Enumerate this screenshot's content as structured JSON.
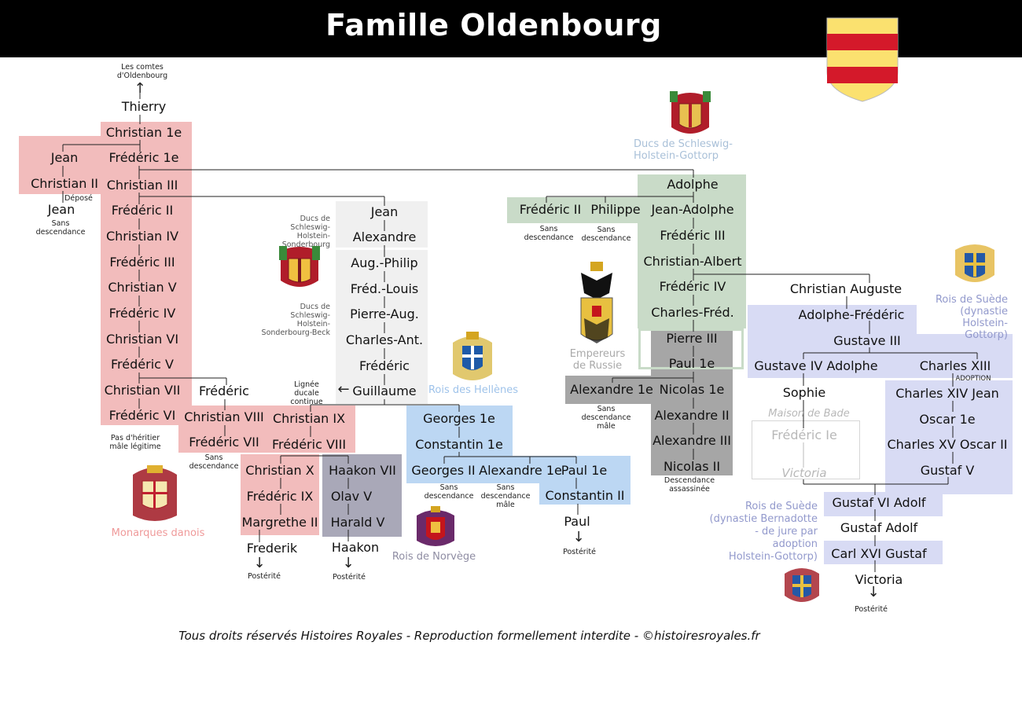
{
  "title": "Famille Oldenbourg",
  "colors": {
    "danish": "#f2bcbc",
    "gottorp": "#c9dbc8",
    "sonderburg": "#f0f0f0",
    "greece": "#bcd7f3",
    "norway": "#a9a8b8",
    "russia": "#a6a6a6",
    "sweden": "#d8dbf4",
    "header": "#000000",
    "shield_yellow": "#fbe16f",
    "shield_red": "#d4192a"
  },
  "labels": {
    "comtes": "Les comtes d'Oldenbourg",
    "ducs_gottorp": "Ducs de Schleswig-Holstein-Gottorp",
    "ducs_sonderbourg": "Ducs de Schleswig-Holstein-Sonderbourg",
    "ducs_beck": "Ducs de Schleswig-Holstein-Sonderbourg-Beck",
    "lignee": "Lignée ducale continue",
    "rois_hellenes": "Rois des Hellènes",
    "empereurs": "Empereurs de Russie",
    "rois_suede_hg": "Rois de Suède (dynastie Holstein-Gottorp)",
    "monarques_danois": "Monarques danois",
    "rois_norvege": "Rois de Norvège",
    "maison_bade": "Maison de Bade",
    "adoption": "ADOPTION",
    "rois_suede_b1": "Rois de Suède",
    "rois_suede_b2": "(dynastie Bernadotte",
    "rois_suede_b3": "- de jure par",
    "rois_suede_b4": "adoption",
    "rois_suede_b5": "Holstein-Gottorp)"
  },
  "notes": {
    "depose": "Déposé",
    "sans_desc": "Sans descendance",
    "sans_desc_male": "Sans descendance mâle",
    "pas_heritier": "Pas d'héritier mâle légitime",
    "posterite": "Postérité",
    "desc_assassinee": "Descendance assassinée"
  },
  "people": {
    "thierry": "Thierry",
    "christian1": "Christian 1e",
    "jean_dk": "Jean",
    "frederic1": "Frédéric 1e",
    "christian2": "Christian II",
    "jean_son": "Jean",
    "christian3": "Christian III",
    "frederic2": "Frédéric II",
    "christian4": "Christian IV",
    "frederic3": "Frédéric III",
    "christian5": "Christian V",
    "frederic4": "Frédéric IV",
    "christian6": "Christian VI",
    "frederic5": "Frédéric V",
    "christian7": "Christian VII",
    "frederic6": "Frédéric VI",
    "frederic_h": "Frédéric",
    "christian8": "Christian VIII",
    "frederic7": "Frédéric VII",
    "jean_sb": "Jean",
    "alexandre_sb": "Alexandre",
    "aug_philip": "Aug.-Philip",
    "fred_louis": "Fréd.-Louis",
    "pierre_aug": "Pierre-Aug.",
    "charles_ant": "Charles-Ant.",
    "frederic_sb": "Frédéric",
    "guillaume": "Guillaume",
    "christian9": "Christian IX",
    "frederic8": "Frédéric VIII",
    "christian10": "Christian X",
    "frederic9": "Frédéric IX",
    "margrethe2": "Margrethe II",
    "frederik": "Frederik",
    "haakon7": "Haakon VII",
    "olav5": "Olav V",
    "harald5": "Harald V",
    "haakon": "Haakon",
    "georges1": "Georges 1e",
    "constantin1": "Constantin 1e",
    "georges2": "Georges II",
    "alexandre1_gr": "Alexandre 1e",
    "paul1_gr": "Paul 1e",
    "constantin2": "Constantin II",
    "paul_gr": "Paul",
    "adolphe": "Adolphe",
    "frederic2_g": "Frédéric II",
    "philippe": "Philippe",
    "jean_adolphe": "Jean-Adolphe",
    "frederic3_g": "Frédéric III",
    "christian_albert": "Christian-Albert",
    "frederic4_g": "Frédéric IV",
    "charles_fred": "Charles-Fréd.",
    "pierre3": "Pierre III",
    "paul1_ru": "Paul 1e",
    "alexandre1_ru": "Alexandre 1e",
    "nicolas1": "Nicolas 1e",
    "alexandre2": "Alexandre II",
    "alexandre3": "Alexandre III",
    "nicolas2": "Nicolas II",
    "christian_auguste": "Christian Auguste",
    "adolphe_frederic": "Adolphe-Frédéric",
    "gustave3": "Gustave III",
    "gustave4": "Gustave IV Adolphe",
    "charles13": "Charles XIII",
    "sophie": "Sophie",
    "frederic1_bade": "Frédéric Ie",
    "victoria_bade": "Victoria",
    "charles14": "Charles XIV Jean",
    "oscar1": "Oscar 1e",
    "charles15": "Charles XV Oscar II",
    "gustaf5": "Gustaf V",
    "gustaf6": "Gustaf VI Adolf",
    "gustaf_adolf": "Gustaf Adolf",
    "carl16": "Carl XVI Gustaf",
    "victoria": "Victoria"
  },
  "footer": "Tous droits réservés Histoires Royales - Reproduction formellement interdite - ©histoiresroyales.fr"
}
